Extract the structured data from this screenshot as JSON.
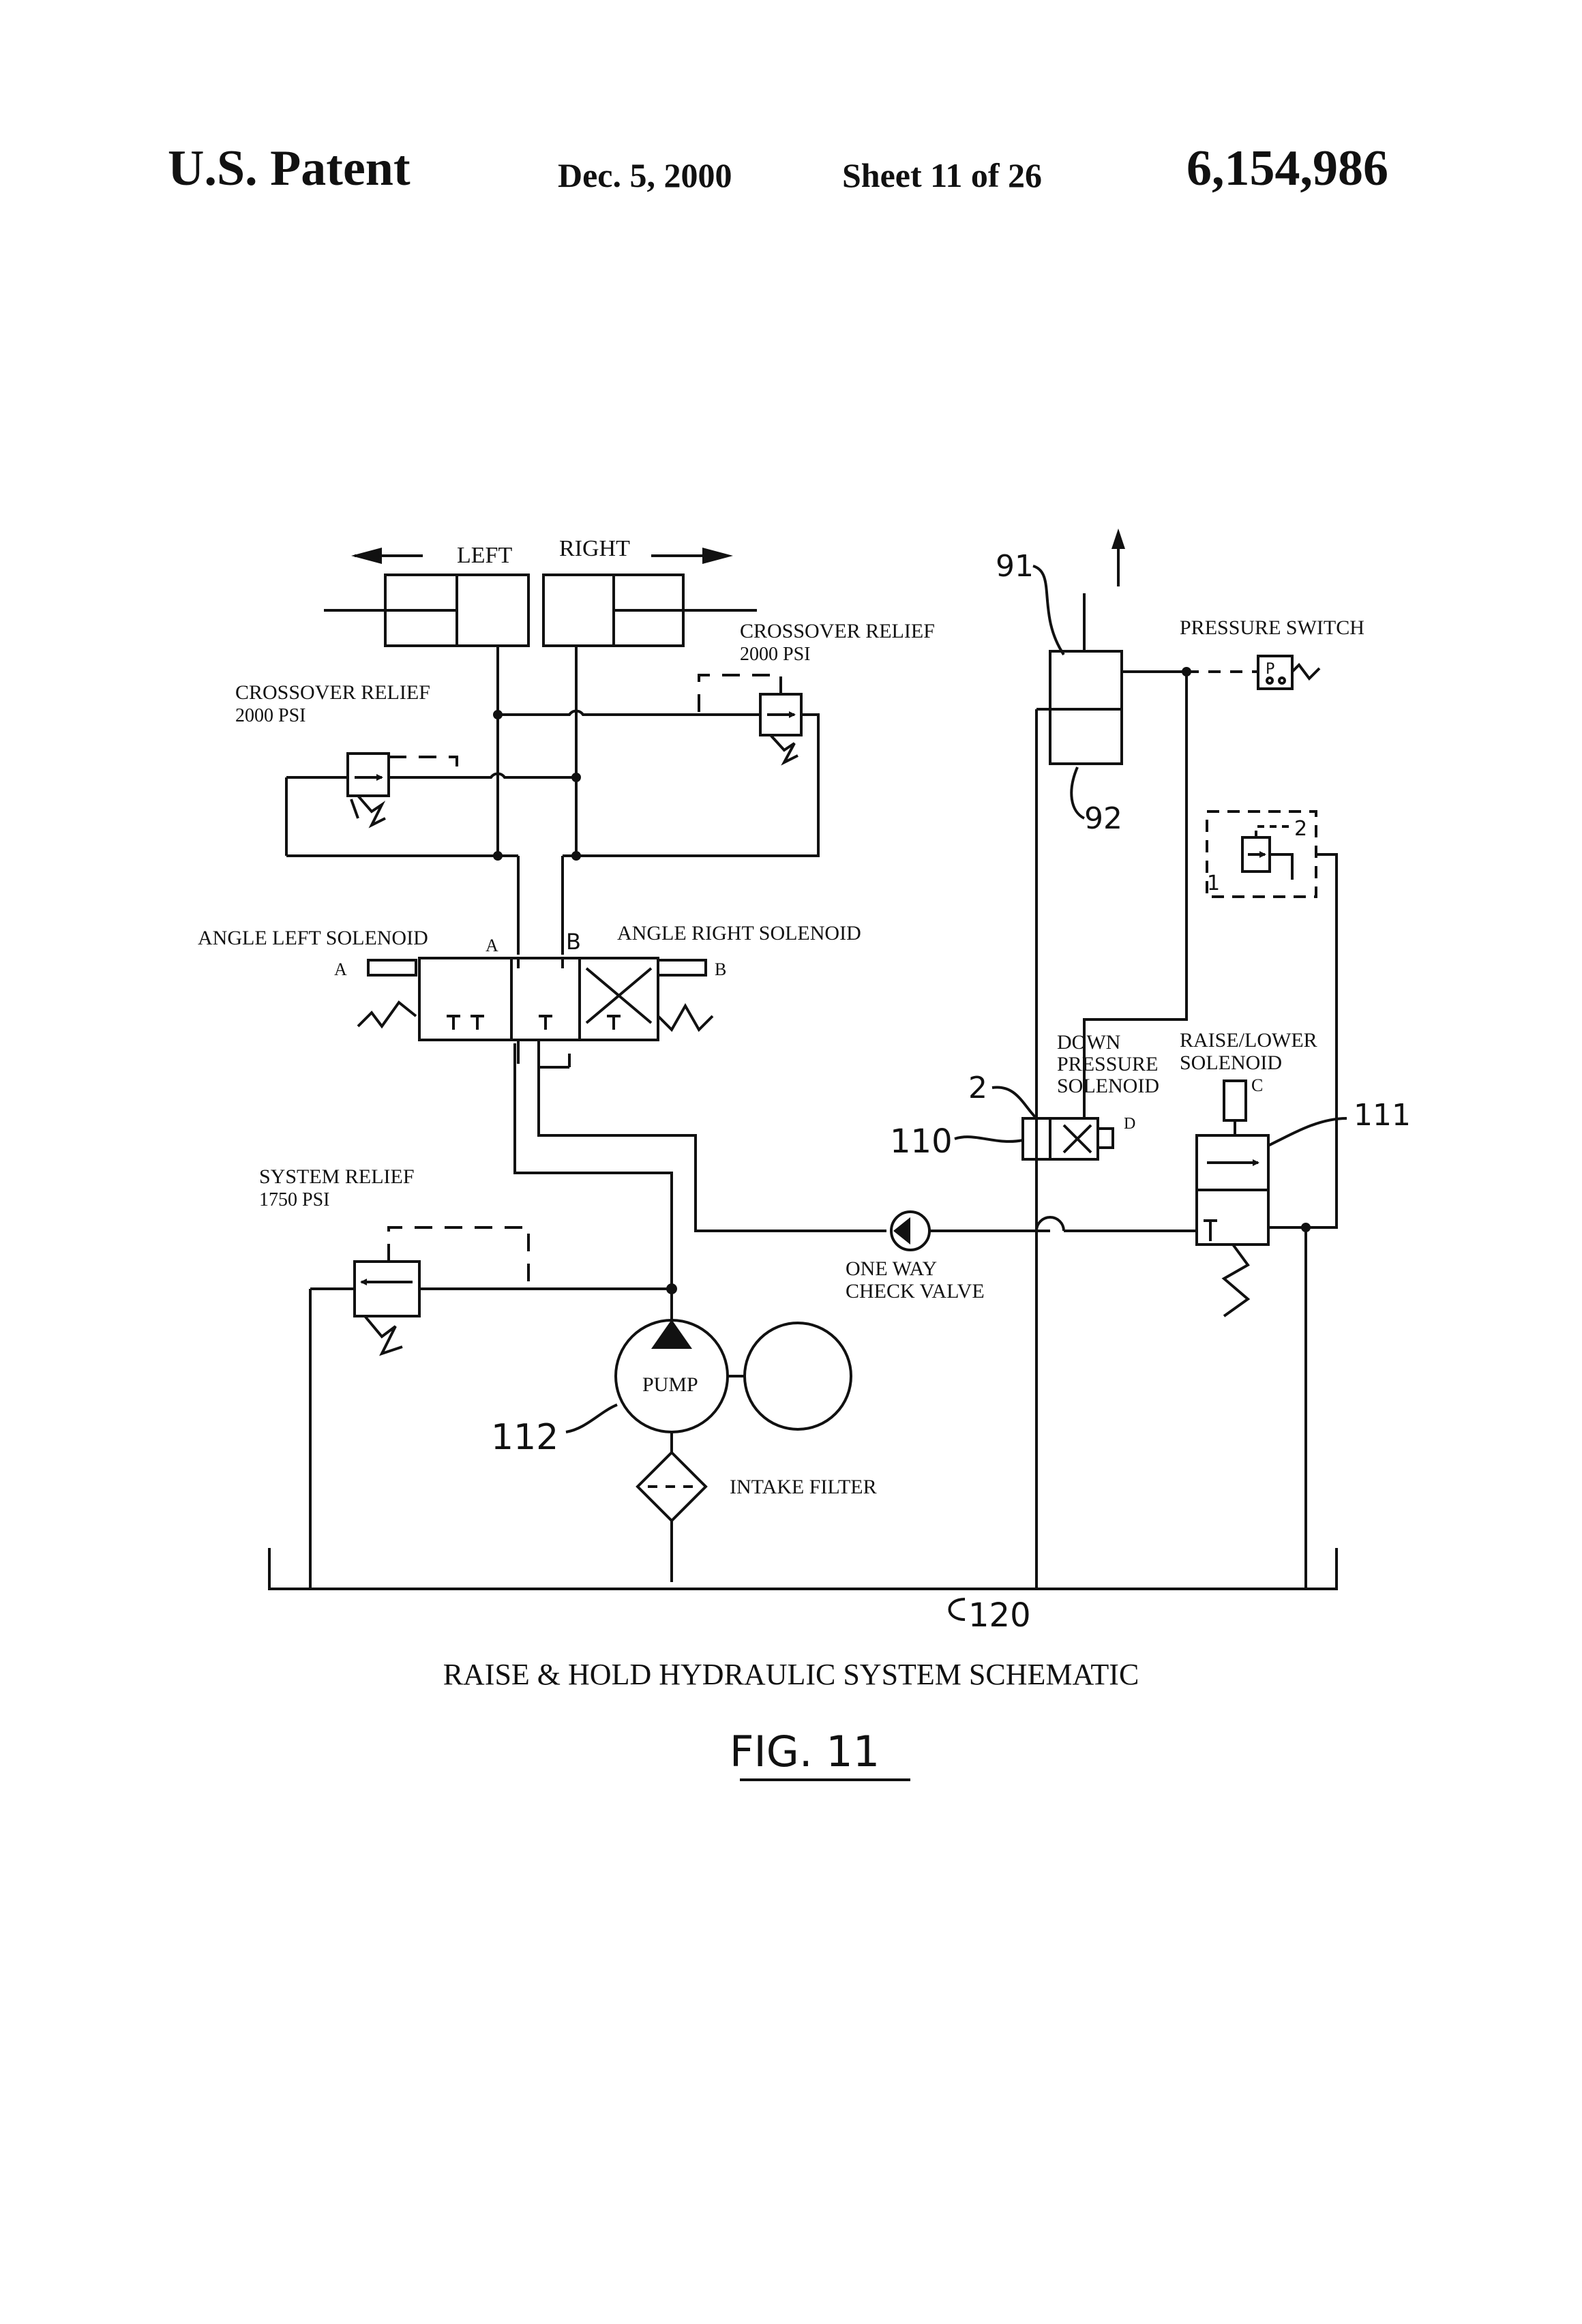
{
  "header": {
    "title": "U.S. Patent",
    "date": "Dec. 5, 2000",
    "sheet": "Sheet 11 of 26",
    "number": "6,154,986"
  },
  "labels": {
    "left": "LEFT",
    "right": "RIGHT",
    "crossover_relief_left": "CROSSOVER RELIEF",
    "crossover_relief_left_psi": "2000 PSI",
    "crossover_relief_right": "CROSSOVER RELIEF",
    "crossover_relief_right_psi": "2000 PSI",
    "angle_left_solenoid": "ANGLE  LEFT SOLENOID",
    "angle_right_solenoid": "ANGLE RIGHT SOLENOID",
    "port_a_left": "A",
    "port_a": "A",
    "port_b": "B",
    "port_b_right": "B",
    "system_relief": "SYSTEM RELIEF",
    "system_relief_psi": "1750 PSI",
    "pump": "PUMP",
    "intake_filter": "INTAKE FILTER",
    "one_way_check_valve_1": "ONE WAY",
    "one_way_check_valve_2": "CHECK VALVE",
    "pressure_switch": "PRESSURE SWITCH",
    "down_pressure_1": "DOWN",
    "down_pressure_2": "PRESSURE",
    "down_pressure_3": "SOLENOID",
    "raise_lower_1": "RAISE/LOWER",
    "raise_lower_2": "SOLENOID",
    "port_c": "C",
    "port_d": "D",
    "switch_p": "P"
  },
  "refs": {
    "r91": "91",
    "r92": "92",
    "r110": "110",
    "r111": "111",
    "r112": "112",
    "r120": "120",
    "r2": "2",
    "valve_port_1": "1",
    "valve_port_2": "2"
  },
  "caption": "RAISE & HOLD HYDRAULIC SYSTEM SCHEMATIC",
  "figure": "FIG.  11"
}
